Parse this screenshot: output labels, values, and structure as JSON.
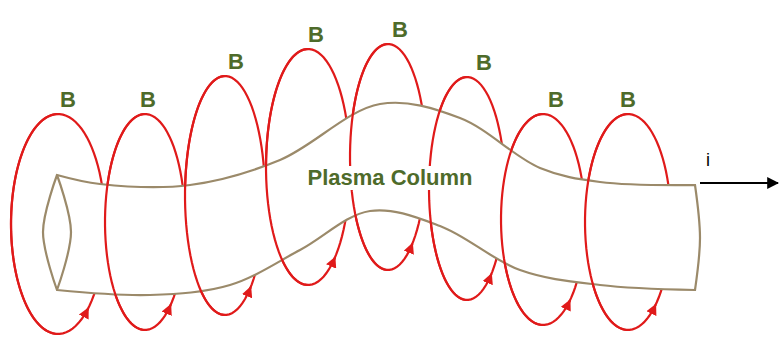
{
  "diagram": {
    "nodes": [
      {
        "text": [
          "Plasma Column"
        ]
      }
    ],
    "labels": [
      "B",
      "B",
      "B",
      "B",
      "B",
      "B",
      "B",
      "B",
      "i"
    ]
  }
}
